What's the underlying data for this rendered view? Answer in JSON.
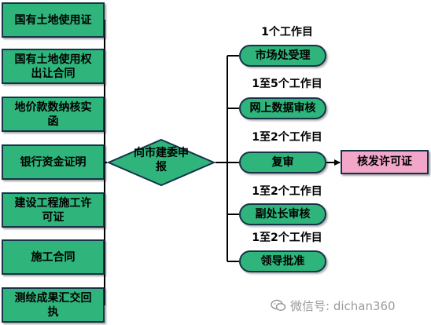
{
  "documents": [
    {
      "label": "国有土地使用证"
    },
    {
      "label": "国有土地使用权出让合同"
    },
    {
      "label": "地价款数纳核实函"
    },
    {
      "label": "银行资金证明"
    },
    {
      "label": "建设工程施工许可证"
    },
    {
      "label": "施工合同"
    },
    {
      "label": "测绘成果汇交回执"
    }
  ],
  "submit_node": {
    "label": "向市建委申报"
  },
  "steps": [
    {
      "days": "1个工作目",
      "label": "市场处受理"
    },
    {
      "days": "1至5个工作目",
      "label": "网上数据审核"
    },
    {
      "days": "1至2个工作目",
      "label": "复审"
    },
    {
      "days": "1至2个工作目",
      "label": "副处长审核"
    },
    {
      "days": "1至2个工作目",
      "label": "领导批准"
    }
  ],
  "permit_node": {
    "label": "核发许可证"
  },
  "colors": {
    "box_fill": "#2fb57c",
    "box_border": "#16334a",
    "permit_fill": "#f2a6c8"
  },
  "watermark": {
    "icon": "wechat-icon",
    "text": "微信号: dichan360"
  }
}
